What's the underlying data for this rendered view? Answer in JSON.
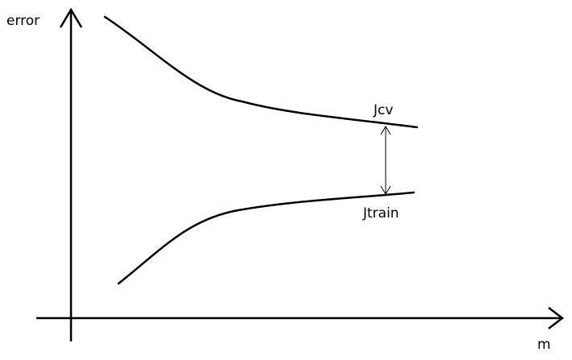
{
  "axes": {
    "y_label": "error",
    "x_label": "m"
  },
  "curves": [
    {
      "id": "jcv",
      "label": "Jcv",
      "trend": "decreasing"
    },
    {
      "id": "jtrain",
      "label": "Jtrain",
      "trend": "increasing"
    }
  ],
  "gap_indicator": {
    "kind": "double-headed-arrow",
    "between": [
      "Jcv",
      "Jtrain"
    ]
  },
  "colors": {
    "ink": "#000000",
    "background": "#ffffff"
  }
}
